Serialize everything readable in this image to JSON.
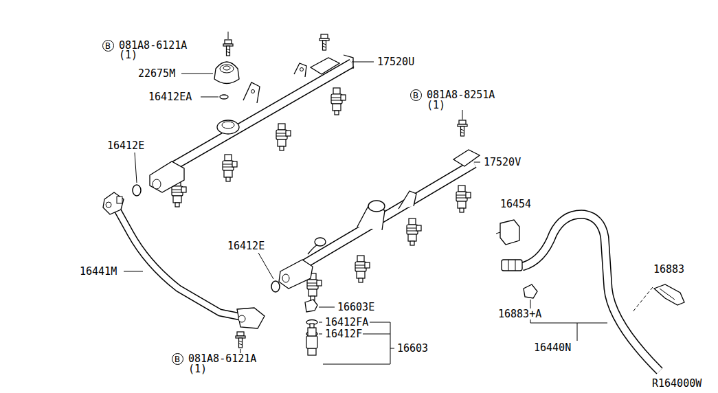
{
  "diagram": {
    "nodes": [
      {
        "text": [
          "B"
        ]
      },
      {
        "text": [
          "B"
        ]
      },
      {
        "text": [
          "B"
        ]
      }
    ],
    "labels": [
      "081A8-6121A",
      "(1)",
      "22675M",
      "16412EA",
      "17520U",
      "081A8-8251A",
      "(1)",
      "16412E",
      "17520V",
      "16454",
      "16441M",
      "16412E",
      "16603E",
      "16412FA",
      "16412F",
      "16603",
      "16883",
      "16883+A",
      "16440N",
      "081A8-6121A",
      "(1)",
      "R164000W"
    ]
  }
}
